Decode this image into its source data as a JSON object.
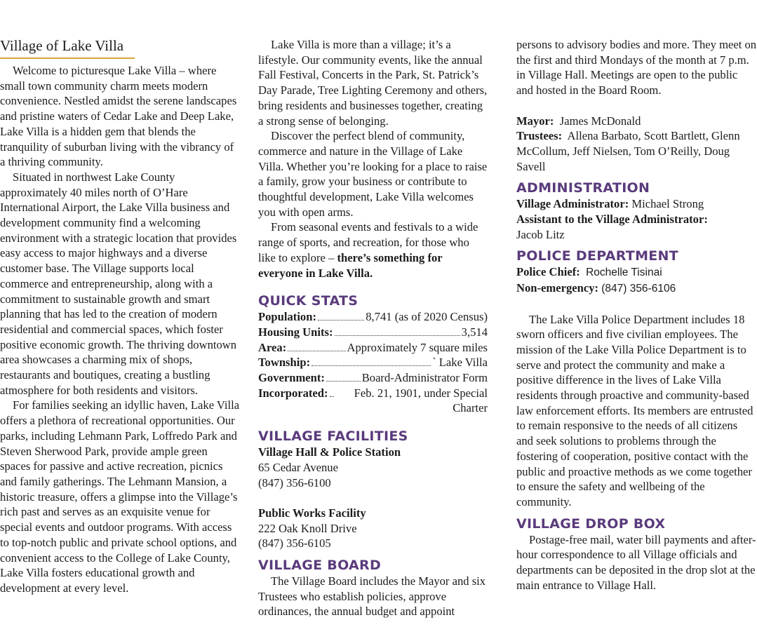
{
  "col1": {
    "title": "Village of Lake Villa",
    "p1": "Welcome to picturesque Lake Villa – where small town community charm meets modern convenience. Nestled amidst the serene landscapes and pristine waters of Cedar Lake and Deep Lake, Lake Villa is a hidden gem that blends the tranquility of suburban living with the vibrancy of a thriving community.",
    "p2": "Situated in northwest Lake County approximately 40 miles north of O’Hare International Airport, the Lake Villa business and development community find a welcoming environment with a strategic location that provides easy access to major highways and a diverse customer base. The Village supports local commerce and entrepreneurship, along with a commitment to sustainable growth and smart planning that has led to the creation of modern residential and commercial spaces, which foster positive economic growth. The thriving downtown area showcases a charming mix of shops, restaurants and boutiques, creating a bustling atmosphere for both residents and visitors.",
    "p3": "For families seeking an idyllic haven, Lake Villa offers a plethora of recreational opportunities. Our parks, including Lehmann Park, Loffredo Park and Steven Sherwood Park, provide ample green spaces for passive and active recreation, picnics and family gatherings. The Lehmann Mansion, a historic treasure, offers a glimpse into the Village’s rich past and serves as an exquisite venue for special events and outdoor programs. With access to top-notch public and private school options, and convenient access to the College of Lake County, Lake Villa fosters educational growth and development at every level."
  },
  "col2": {
    "p1": "Lake Villa is more than a village; it’s a lifestyle. Our community events, like the annual Fall Festival, Concerts in the Park, St. Patrick’s Day Parade, Tree Lighting Ceremony and others, bring residents and businesses together, creating a strong sense of belonging.",
    "p2": "Discover the perfect blend of community, commerce and nature in the Village of Lake Villa. Whether you’re looking for a place to raise a family, grow your business or contribute to thoughtful development, Lake Villa welcomes you with open arms.",
    "p3_text": "From seasonal events and festivals to a wide range of sports, and recreation, for those who like to explore – ",
    "p3_bold": "there’s something for everyone in Lake Villa.",
    "quick_stats_heading": "QUICK STATS",
    "stats": [
      {
        "label": "Population:",
        "value": "8,741 (as of 2020 Census)"
      },
      {
        "label": "Housing Units:",
        "value": "3,514"
      },
      {
        "label": "Area:",
        "value": "Approximately 7 square miles"
      },
      {
        "label": "Township:",
        "value": "` Lake Villa"
      },
      {
        "label": "Government:",
        "value": "Board-Administrator Form"
      },
      {
        "label": "Incorporated:",
        "value": "Feb. 21, 1901, under Special Charter"
      }
    ],
    "facilities_heading": "VILLAGE FACILITIES",
    "facility1": {
      "name": "Village Hall & Police Station",
      "address": "65 Cedar Avenue",
      "phone": "(847) 356-6100"
    },
    "facility2": {
      "name": "Public Works Facility",
      "address": "222 Oak Knoll Drive",
      "phone": "(847) 356-6105"
    },
    "board_heading": "VILLAGE BOARD",
    "board_text": "The Village Board includes the Mayor and six Trustees who establish policies, approve ordinances, the annual budget and appoint"
  },
  "col3": {
    "board_cont": "persons to advisory bodies and more. They meet on the first and third Mondays of the month at 7 p.m. in Village Hall. Meetings are open to the public and hosted in the Board Room.",
    "mayor_label": "Mayor:",
    "mayor_value": "James McDonald",
    "trustees_label": "Trustees:",
    "trustees_value": "Allena Barbato, Scott Bartlett, Glenn McCollum, Jeff Nielsen, Tom O’Reilly, Doug Savell",
    "admin_heading": "ADMINISTRATION",
    "admin_label": "Village Administrator:",
    "admin_value": "Michael Strong",
    "assistant_label": "Assistant to the Village Administrator:",
    "assistant_value": "Jacob Litz",
    "police_heading": "POLICE DEPARTMENT",
    "chief_label": "Police Chief:",
    "chief_value": "Rochelle Tisinai",
    "nonemerg_label": "Non-emergency:",
    "nonemerg_value": "(847) 356-6106",
    "police_text": "The Lake Villa Police Department includes 18 sworn officers and five civilian employees. The mission of the Lake Villa Police Department is to serve and protect the community and make a positive difference in the lives of Lake Villa residents through proactive and community-based law enforcement efforts. Its members are entrusted to remain responsive to the needs of all citizens and seek solutions to problems through the fostering of cooperation, positive contact with the public and proactive methods as we come together to ensure the safety and wellbeing of the community.",
    "dropbox_heading": "VILLAGE DROP BOX",
    "dropbox_text": "Postage-free mail, water bill payments and after-hour correspondence to all Village officials and departments can be deposited in the drop slot at the main entrance to Village Hall."
  },
  "colors": {
    "heading": "#5a3b7c",
    "rule": "#d4a634",
    "text": "#1c1c1c"
  }
}
